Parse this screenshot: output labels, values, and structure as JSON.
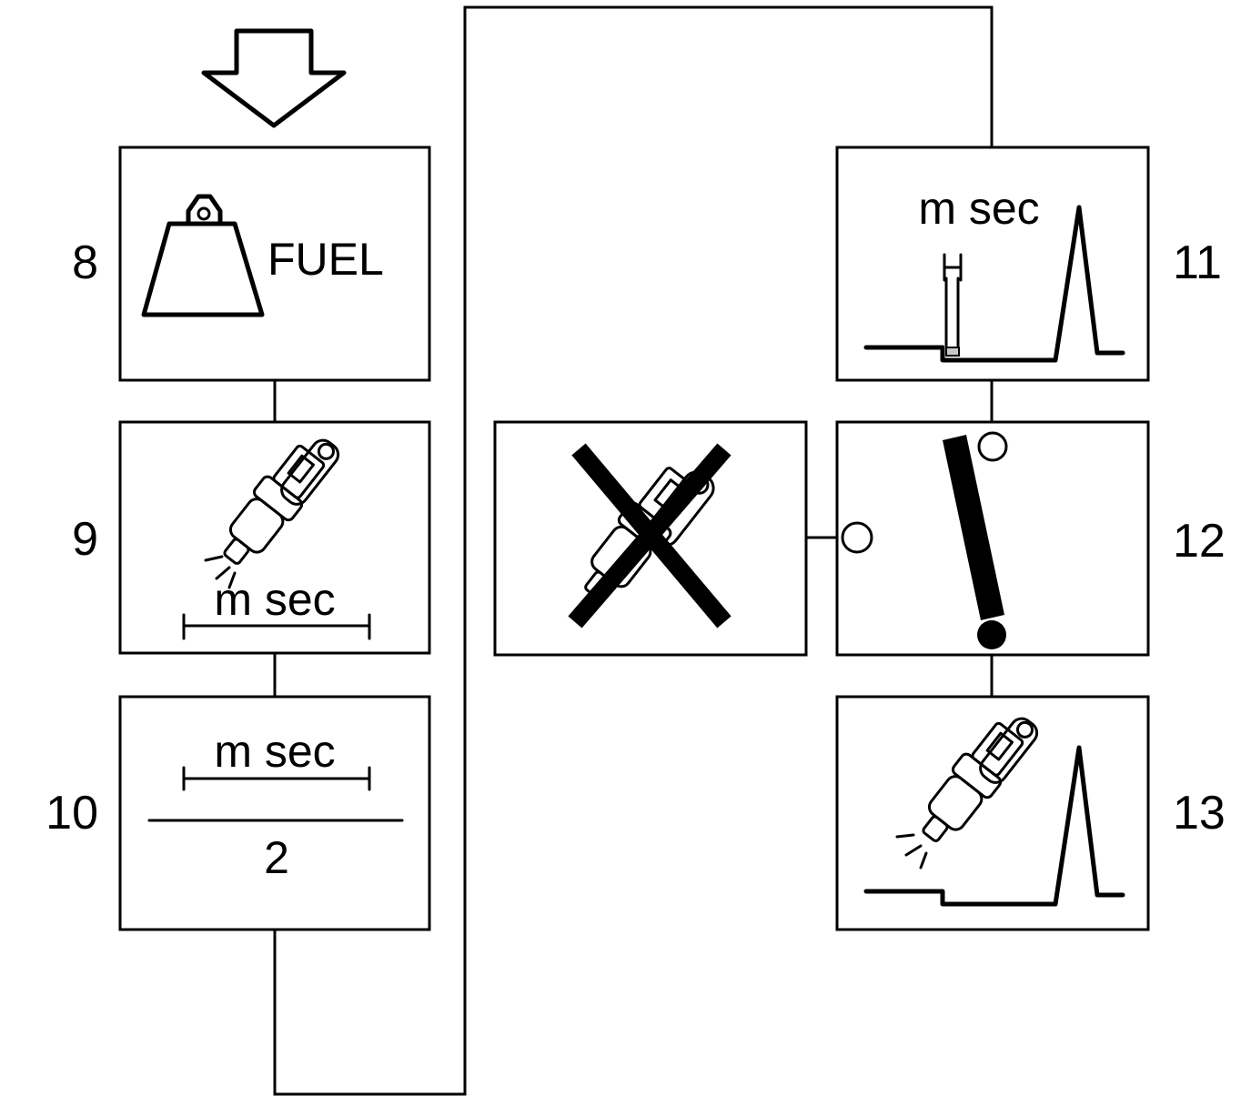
{
  "steps": {
    "s8": {
      "number": "8",
      "text": "FUEL"
    },
    "s9": {
      "number": "9",
      "text": "m sec"
    },
    "s10": {
      "number": "10",
      "numerator": "m sec",
      "denominator": "2"
    },
    "s11": {
      "number": "11",
      "text": "m sec"
    },
    "s12": {
      "number": "12"
    },
    "s13": {
      "number": "13"
    }
  },
  "icons": {
    "s8": "weight-icon",
    "s9": "fuel-injector-spraying-icon",
    "s10": "divide-by-two-icon",
    "s11": "injection-pulse-waveform-icon",
    "s12": "exclamation-icon",
    "s12_side": "injector-crossed-out-icon",
    "s13": "fuel-injector-pulse-icon"
  },
  "colors": {
    "ink": "#000000",
    "background": "#ffffff"
  }
}
